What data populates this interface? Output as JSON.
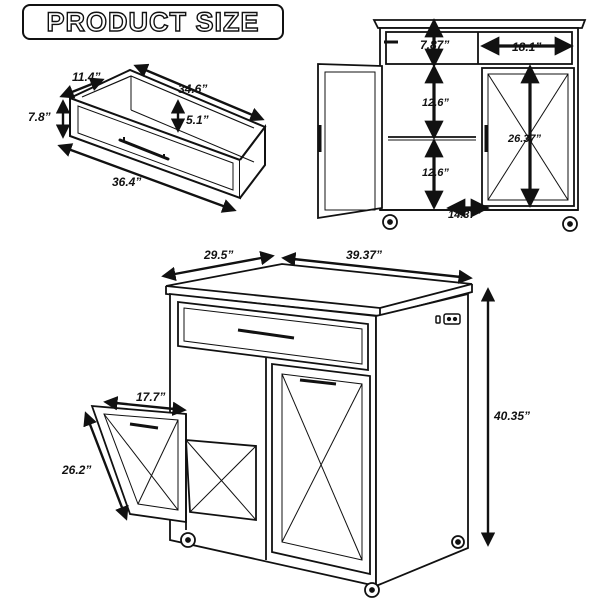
{
  "title": "PRODUCT SIZE",
  "colors": {
    "ink": "#111111",
    "dim": "#151515",
    "paper": "#ffffff"
  },
  "icons": [
    "dimension-arrow-icon",
    "caster-wheel-icon",
    "handle-icon",
    "power-outlet-icon"
  ],
  "drawer": {
    "depth": "11.4”",
    "length_top": "34.6”",
    "height": "7.8”",
    "inner_height": "5.1”",
    "length_bottom": "36.4”"
  },
  "cabinet_front": {
    "drawer_height": "7.87”",
    "drawer_width": "18.1”",
    "shelf_height_upper": "12.6”",
    "shelf_height_lower": "12.6”",
    "door_height": "26.37”",
    "shelf_width": "14.37”"
  },
  "cabinet_main": {
    "depth": "29.5”",
    "width": "39.37”",
    "height": "40.35”",
    "bin_width": "17.7”",
    "bin_height": "26.2”"
  }
}
